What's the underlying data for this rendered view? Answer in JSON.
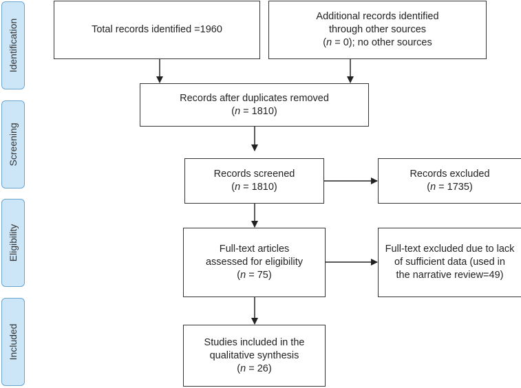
{
  "phases": {
    "identification": "Identification",
    "screening": "Screening",
    "eligibility": "Eligibility",
    "included": "Included"
  },
  "boxes": {
    "total": {
      "line1": "Total records identified =1960"
    },
    "additional": {
      "line1": "Additional records identified",
      "line2": "through other sources",
      "n_pre": "(",
      "n_var": "n",
      "n_post": " = 0); no other sources"
    },
    "duplicates": {
      "line1": "Records after duplicates removed",
      "n_pre": "(",
      "n_var": "n",
      "n_post": " = 1810)"
    },
    "screened": {
      "line1": "Records screened",
      "n_pre": "(",
      "n_var": "n",
      "n_post": " = 1810)"
    },
    "excluded": {
      "line1": "Records excluded",
      "n_pre": "(",
      "n_var": "n",
      "n_post": " = 1735)"
    },
    "fulltext": {
      "line1": "Full-text articles",
      "line2": "assessed for eligibility",
      "n_pre": "(",
      "n_var": "n",
      "n_post": " = 75)"
    },
    "fulltext_excluded": {
      "line1": "Full-text excluded due to lack",
      "line2": "of sufficient data (used in",
      "line3": "the narrative review=49)"
    },
    "included": {
      "line1": "Studies included in the",
      "line2": "qualitative synthesis",
      "n_pre": "(",
      "n_var": "n",
      "n_post": " = 26)"
    }
  }
}
